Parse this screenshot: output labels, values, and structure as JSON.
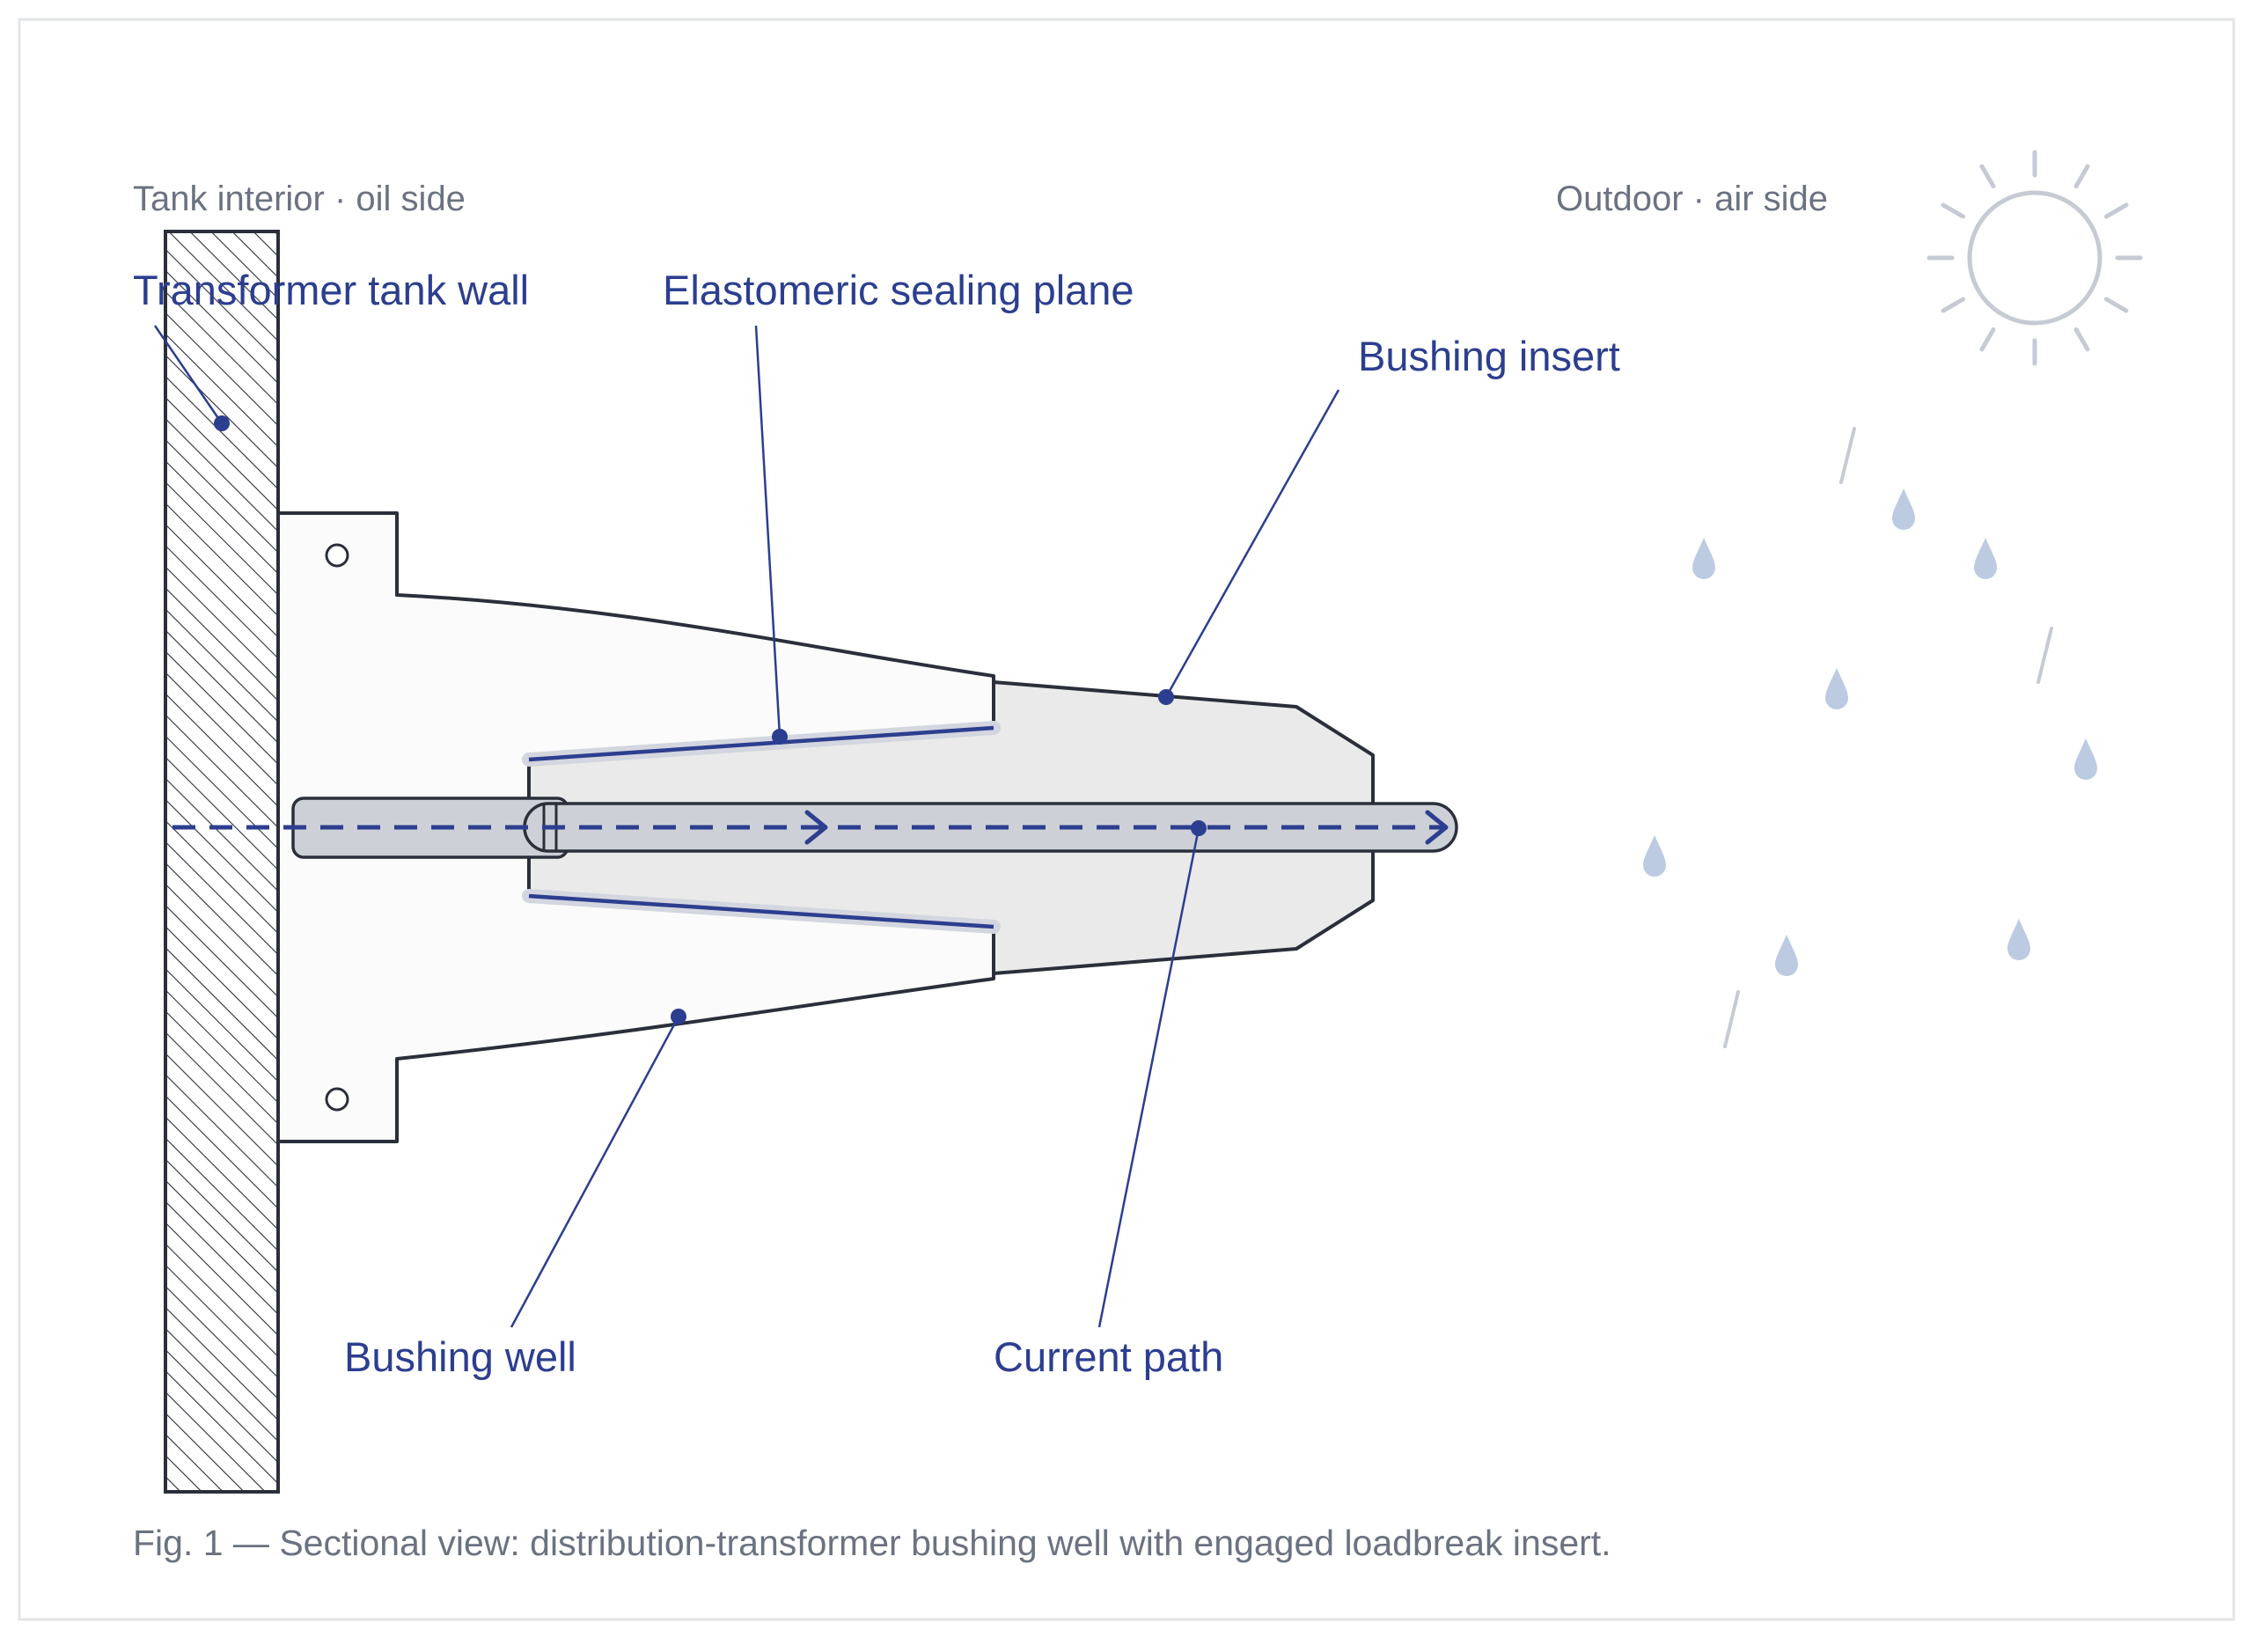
{
  "zones": {
    "oil_side": "Tank interior · oil side",
    "air_side": "Outdoor · air side"
  },
  "labels": {
    "tank_wall": "Transformer tank wall",
    "sealing_plane": "Elastomeric sealing plane",
    "bushing_insert": "Bushing insert",
    "bushing_well": "Bushing well",
    "current_path": "Current path"
  },
  "caption": "Fig. 1 — Sectional view: distribution-transformer bushing well with engaged loadbreak insert.",
  "icons": {
    "weather_sun": "sun-icon",
    "weather_rain": "raindrop-icon"
  },
  "colors": {
    "label_blue": "#2c3e8f",
    "outline": "#2a2f3a",
    "well_fill": "#fbfbfb",
    "insert_fill": "#eaeaea",
    "conductor_fill": "#cdd0d6",
    "weather_grey": "#c6cad3",
    "rain_blue": "#bccbe1"
  }
}
